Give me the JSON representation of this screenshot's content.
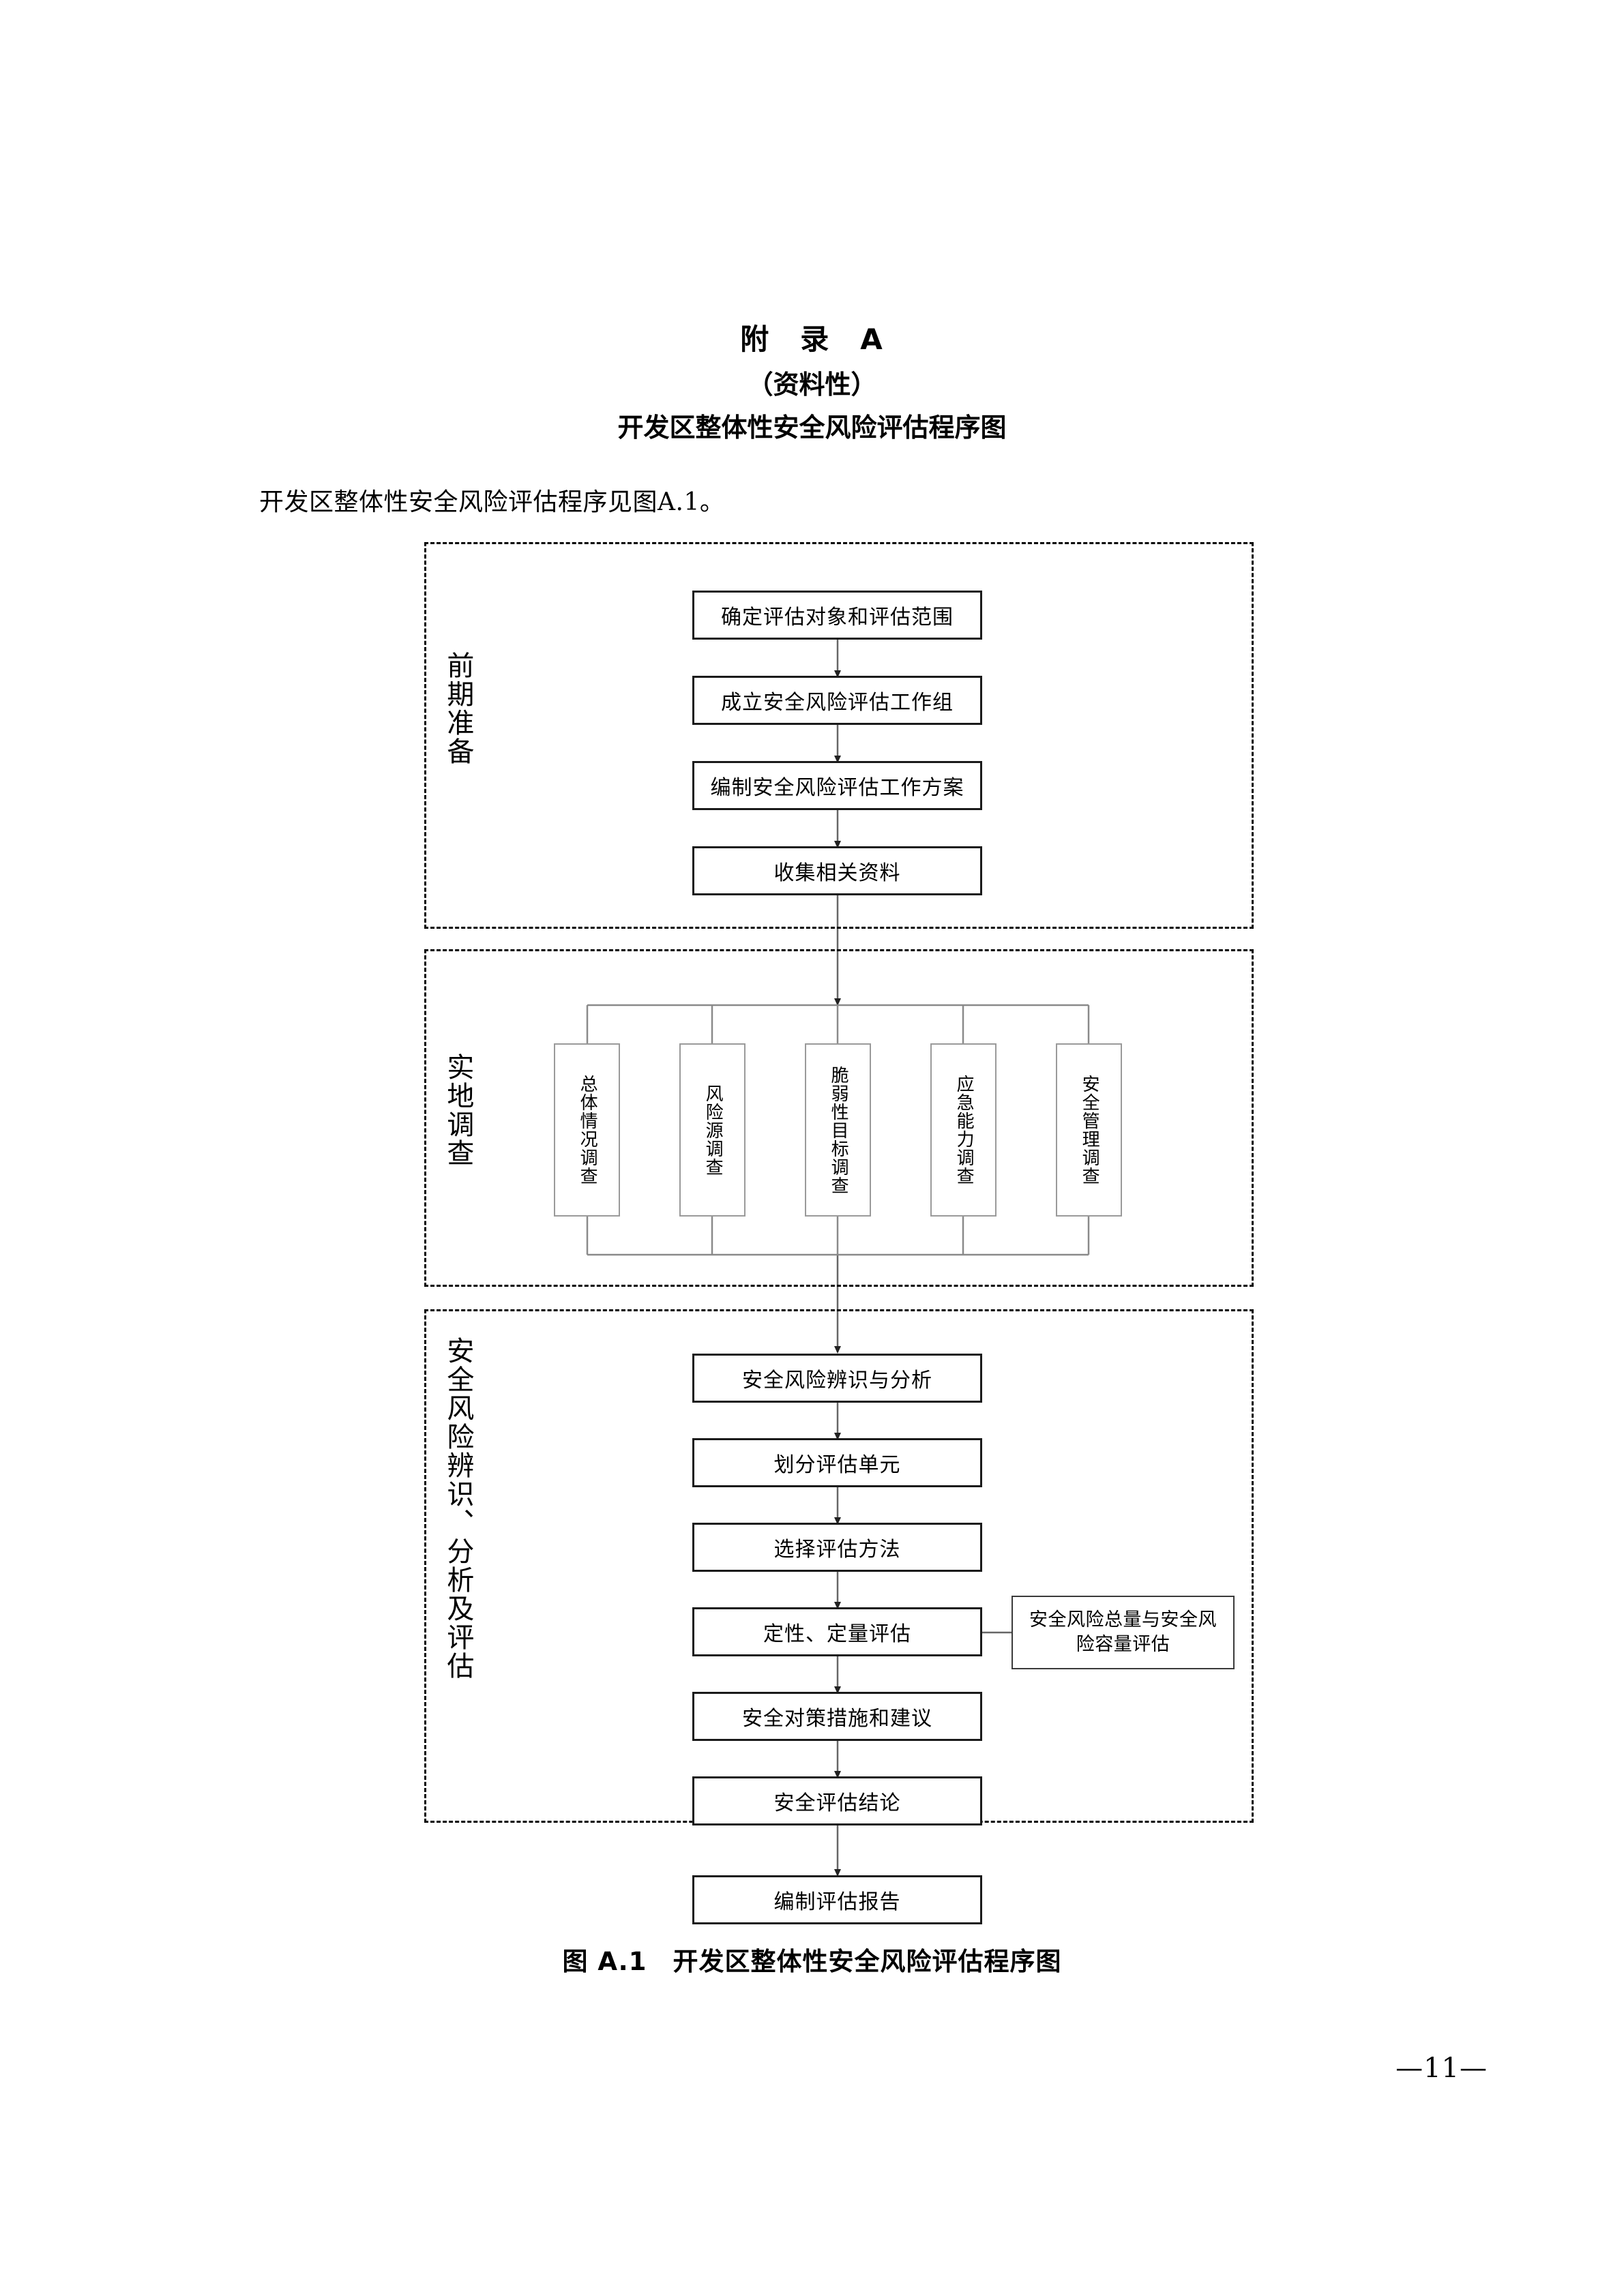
{
  "header": {
    "appendix_title": "附　录　A",
    "appendix_kind": "（资料性）",
    "appendix_subtitle": "开发区整体性安全风险评估程序图"
  },
  "intro": {
    "text": "开发区整体性安全风险评估程序见图A.1。"
  },
  "figure": {
    "caption": "图 A.1　开发区整体性安全风险评估程序图",
    "groups": [
      {
        "id": "preparation",
        "label": "前期准备",
        "steps": [
          "确定评估对象和评估范围",
          "成立安全风险评估工作组",
          "编制安全风险评估工作方案",
          "收集相关资料"
        ]
      },
      {
        "id": "field-survey",
        "label": "实地调查",
        "steps": [
          "总体情况调查",
          "风险源调查",
          "脆弱性目标调查",
          "应急能力调查",
          "安全管理调查"
        ]
      },
      {
        "id": "risk-assessment",
        "label": "安全风险辨识、分析及评估",
        "steps": [
          "安全风险辨识与分析",
          "划分评估单元",
          "选择评估方法",
          "定性、定量评估",
          "安全对策措施和建议",
          "安全评估结论"
        ],
        "side_note": "安全风险总量与安全风\n险容量评估"
      }
    ],
    "final_step": "编制评估报告"
  },
  "footer": {
    "page_number": "—11—"
  },
  "colors": {
    "text": "#000000",
    "box_border": "#1a1a1a",
    "light_box_border": "#9a9a9a",
    "dashed_border": "#000000",
    "connector": "#555555",
    "page_background": "#ffffff"
  }
}
